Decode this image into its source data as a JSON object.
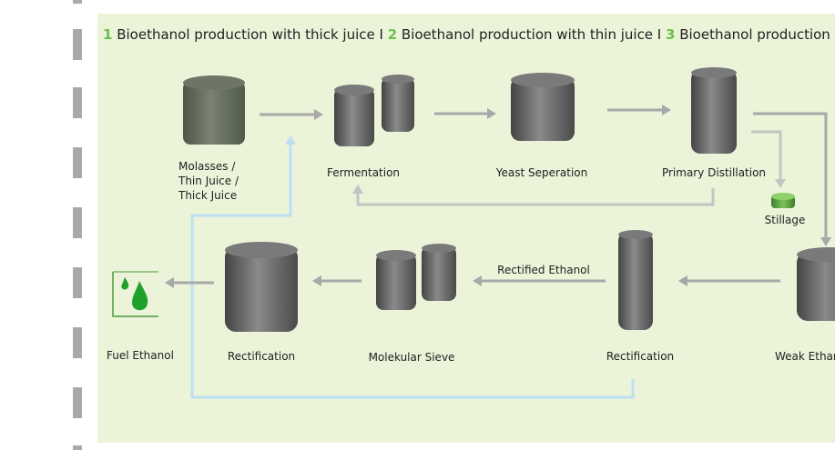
{
  "title": {
    "n1": "1",
    "t1": " Bioethanol production with thick juice I ",
    "n2": "2",
    "t2": " Bioethanol production with thin juice I ",
    "n3": "3",
    "t3": " Bioethanol production with m"
  },
  "labels": {
    "molasses": "Molasses /\nThin Juice /\nThick Juice",
    "fermentation": "Fermentation",
    "yeast_separation": "Yeast Seperation",
    "primary_distillation": "Primary Distillation",
    "stillage": "Stillage",
    "rectified_ethanol": "Rectified Ethanol",
    "fuel_ethanol": "Fuel Ethanol",
    "rectification_left": "Rectification",
    "molecular_sieve": "Molekular Sieve",
    "rectification_right": "Rectification",
    "weak_ethanol": "Weak Ethar"
  },
  "colors": {
    "panel_bg": "#ebf3d9",
    "process_arrow": "#a8a8a8",
    "recycle_line": "#bde0f2",
    "accent_green": "#6cc04a",
    "drop_green": "#1fa12b",
    "tank": "#6f6f6f"
  }
}
